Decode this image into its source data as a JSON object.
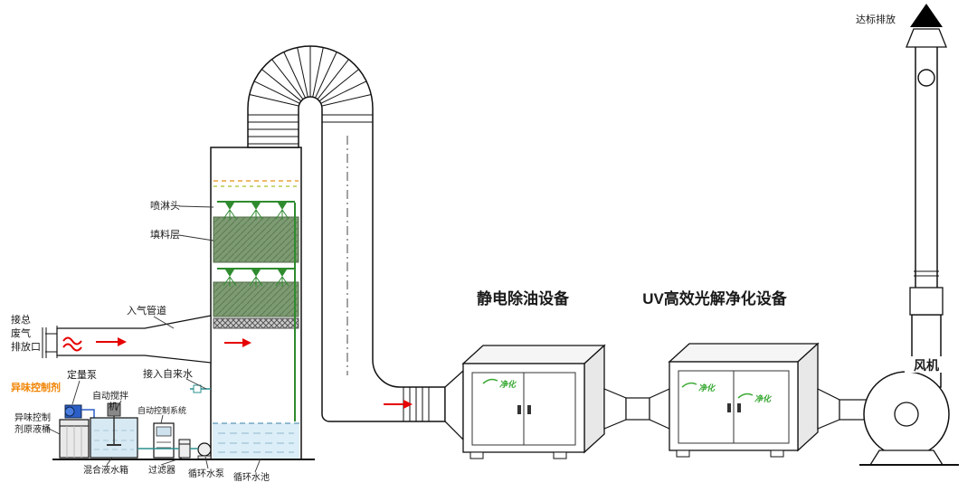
{
  "labels": {
    "stack_emission": "达标排放",
    "spray_head": "喷淋头",
    "packing_layer": "填料层",
    "inlet_duct": "入气管道",
    "main_inlet_1": "接总",
    "main_inlet_2": "废气",
    "main_inlet_3": "排放口",
    "metering_pump": "定量泵",
    "odor_agent": "异味控制剂",
    "auto_mixer_1": "自动搅拌",
    "auto_mixer_2": "机",
    "agent_barrel_1": "异味控制",
    "agent_barrel_2": "剂原液桶",
    "auto_control_system": "自动控制系统",
    "tap_water": "接入自来水",
    "mixing_tank": "混合液水箱",
    "filter": "过滤器",
    "circulating_pump": "循环水泵",
    "circulating_pool": "循环水池",
    "esp_title": "静电除油设备",
    "uv_title": "UV高效光解净化设备",
    "fan": "风机",
    "brand_logo": "净化"
  },
  "colors": {
    "packing_green": "#7d9b72",
    "spray_green": "#2e8b2e",
    "arrow_red": "#e60000",
    "agent_orange": "#f08300",
    "water_blue": "#dceef7",
    "logo_green": "#3aaa35",
    "demister_orange": "#e8a23c"
  }
}
